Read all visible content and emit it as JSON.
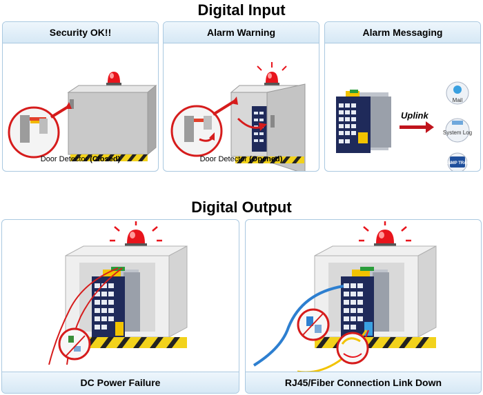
{
  "titles": {
    "input": "Digital Input",
    "output": "Digital Output"
  },
  "panels": {
    "security": {
      "title": "Security OK!!",
      "caption_prefix": "Door Detector ",
      "caption_state": "(Closed)"
    },
    "alarm_warning": {
      "title": "Alarm Warning",
      "caption_prefix": "Door Detector ",
      "caption_state": "(Opened)"
    },
    "alarm_messaging": {
      "title": "Alarm Messaging",
      "arrow_label": "Uplink",
      "services": [
        {
          "label": "Mail",
          "icon": "mail-icon"
        },
        {
          "label": "System Log",
          "icon": "system-log-icon"
        },
        {
          "label": "SNMP TRAP",
          "icon": "snmp-trap-icon"
        }
      ]
    },
    "dc_power": {
      "footer": "DC Power Failure"
    },
    "link_down": {
      "footer": "RJ45/Fiber Connection Link Down"
    }
  },
  "colors": {
    "panel_border": "#a9c8e0",
    "header_bg": "#d6e8f5",
    "alarm_red": "#e8141c",
    "switch_navy": "#1f2a5a",
    "hazard_yellow": "#f2d21b"
  }
}
